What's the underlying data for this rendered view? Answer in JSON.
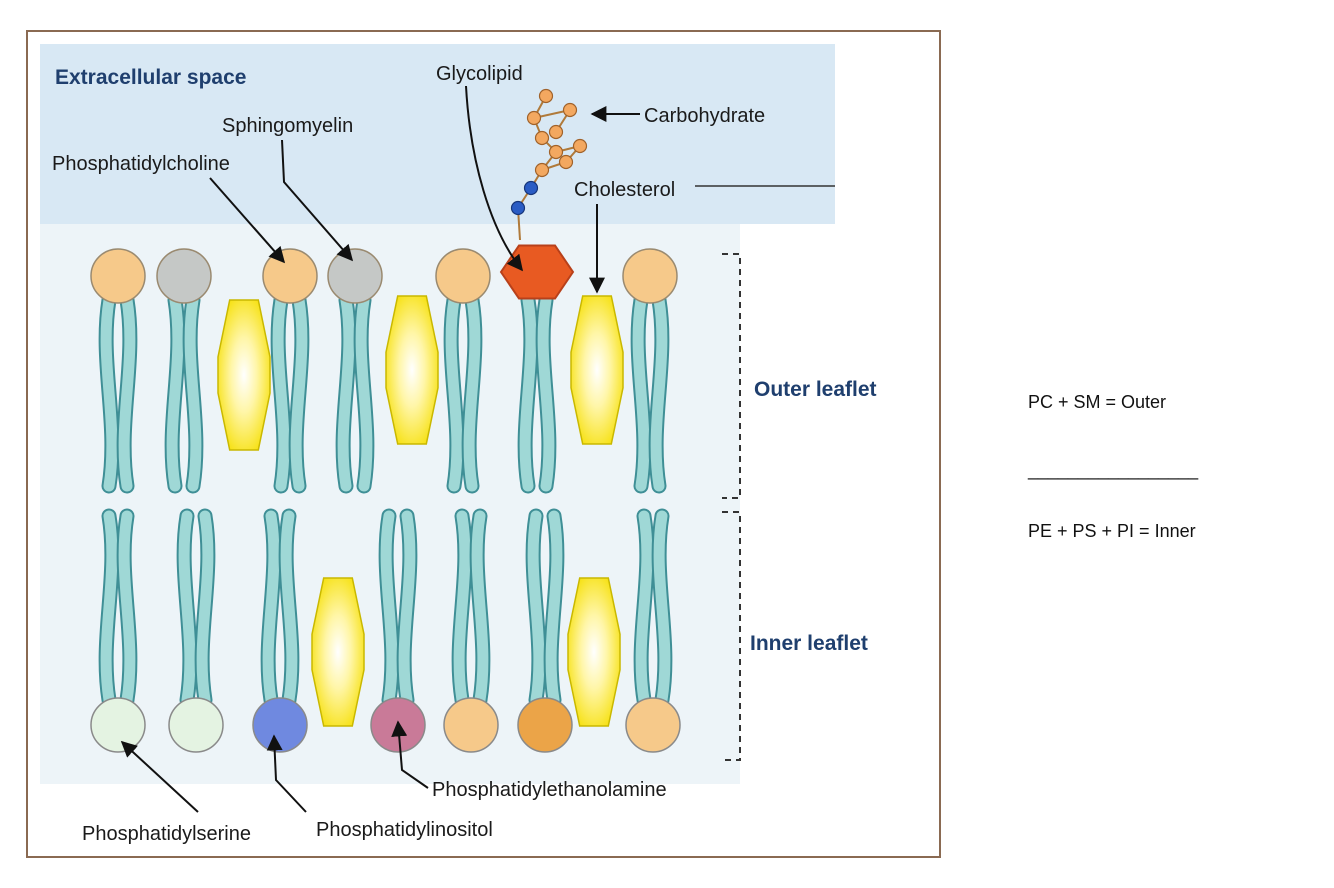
{
  "diagram": {
    "region_labels": {
      "extracellular": "Extracellular space",
      "outer": "Outer leaflet",
      "inner": "Inner leaflet"
    },
    "molecule_labels": {
      "glycolipid": "Glycolipid",
      "carbohydrate": "Carbohydrate",
      "sphingomyelin": "Sphingomyelin",
      "phosphatidylcholine": "Phosphatidylcholine",
      "cholesterol": "Cholesterol",
      "phosphatidylserine": "Phosphatidylserine",
      "phosphatidylinositol": "Phosphatidylinositol",
      "phosphatidylethanolamine": "Phosphatidylethanolamine"
    },
    "colors": {
      "frame": "#8a6a52",
      "header_band": "#cfe3f2",
      "membrane_bg": "#eaf3f8",
      "tail": "#9fd8d6",
      "tail_outline": "#3f8f96",
      "phosphatidylcholine_head": "#f6c98a",
      "sphingomyelin_head": "#c5c8c6",
      "glycolipid_head": "#e85a22",
      "carbohydrate_bead": "#f3a860",
      "carbohydrate_link_bead": "#2a5cc4",
      "cholesterol": "#f7e21a",
      "phosphatidylserine_head": "#e4f3e2",
      "phosphatidylinositol_head": "#6f89e0",
      "phosphatidylethanolamine_head": "#c97a98",
      "inner_head": "#f6c98a",
      "inner_head_dark": "#eba448",
      "region_text": "#1f3f6e"
    }
  },
  "notes": {
    "outer_equation": "PC + SM = Outer",
    "separator": "_________________",
    "inner_equation": "PE + PS + PI = Inner"
  }
}
